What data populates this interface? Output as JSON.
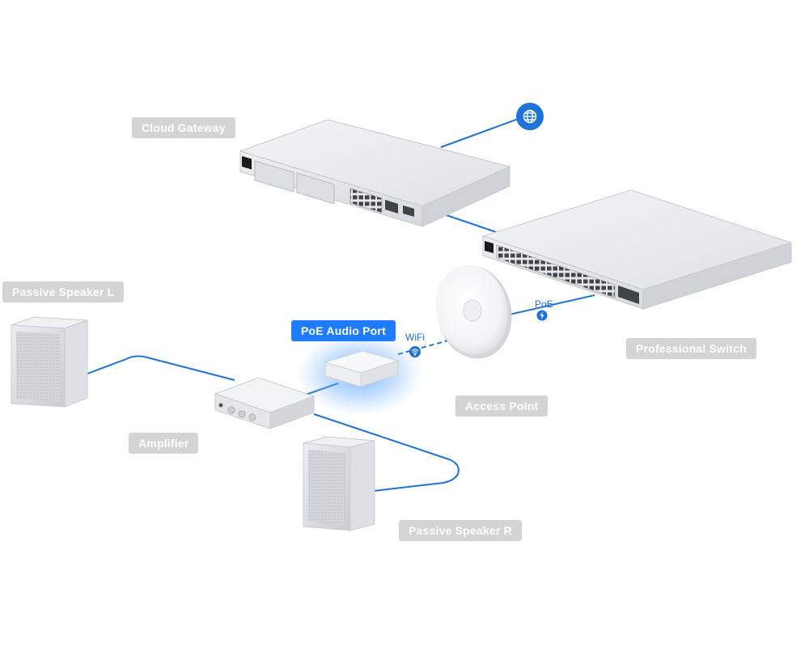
{
  "labels": {
    "cloud_gateway": "Cloud Gateway",
    "professional_switch": "Professional Switch",
    "access_point": "Access Point",
    "poe_audio_port": "PoE Audio Port",
    "amplifier": "Amplifier",
    "speaker_left": "Passive Speaker L",
    "speaker_right": "Passive Speaker R"
  },
  "connections": {
    "wifi": "WiFi",
    "poe": "PoE"
  },
  "icons": {
    "internet": "globe-icon",
    "wifi": "wifi-icon",
    "poe": "bolt-icon"
  },
  "colors": {
    "link": "#1f73d6",
    "accent": "#1f7bff",
    "label_bg": "#d4d4d4",
    "label_text": "#ffffff"
  }
}
